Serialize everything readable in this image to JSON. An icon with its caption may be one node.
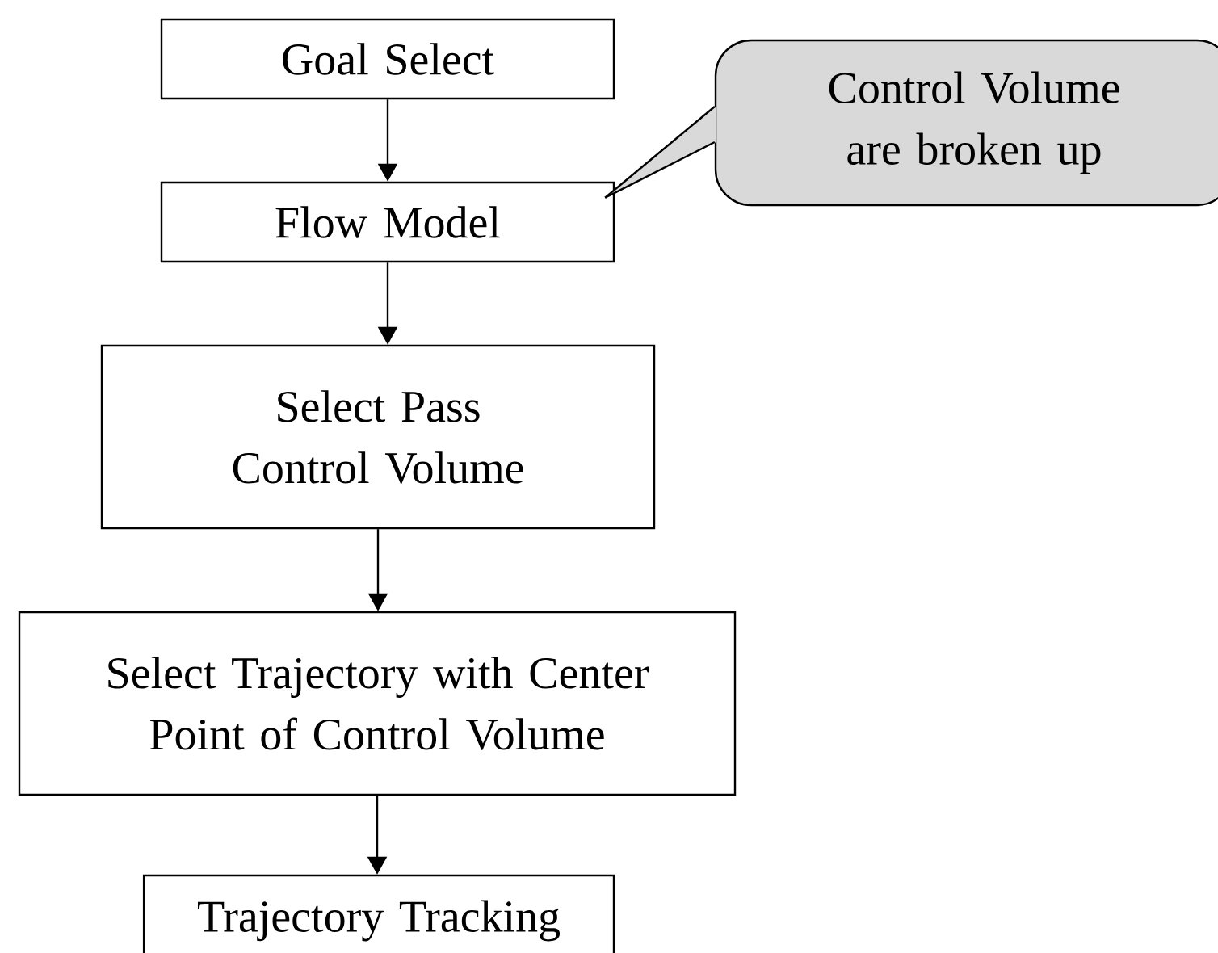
{
  "diagram": {
    "nodes": [
      {
        "text": [
          "Goal Select"
        ]
      },
      {
        "text": [
          "Flow Model"
        ]
      },
      {
        "text": [
          "Select Pass Control Volume"
        ]
      },
      {
        "text": [
          "Select Trajectory with Center Point of Control Volume"
        ]
      },
      {
        "text": [
          "Trajectory Tracking"
        ]
      },
      {
        "text": [
          "Control Volume are broken up"
        ]
      }
    ],
    "edges": [
      {
        "from": 0,
        "to": 1,
        "arrow": "to"
      },
      {
        "from": 1,
        "to": 2,
        "arrow": "to"
      },
      {
        "from": 2,
        "to": 3,
        "arrow": "to"
      },
      {
        "from": 3,
        "to": 4,
        "arrow": "to"
      },
      {
        "from": 5,
        "to": 1,
        "arrow": "none"
      }
    ]
  }
}
